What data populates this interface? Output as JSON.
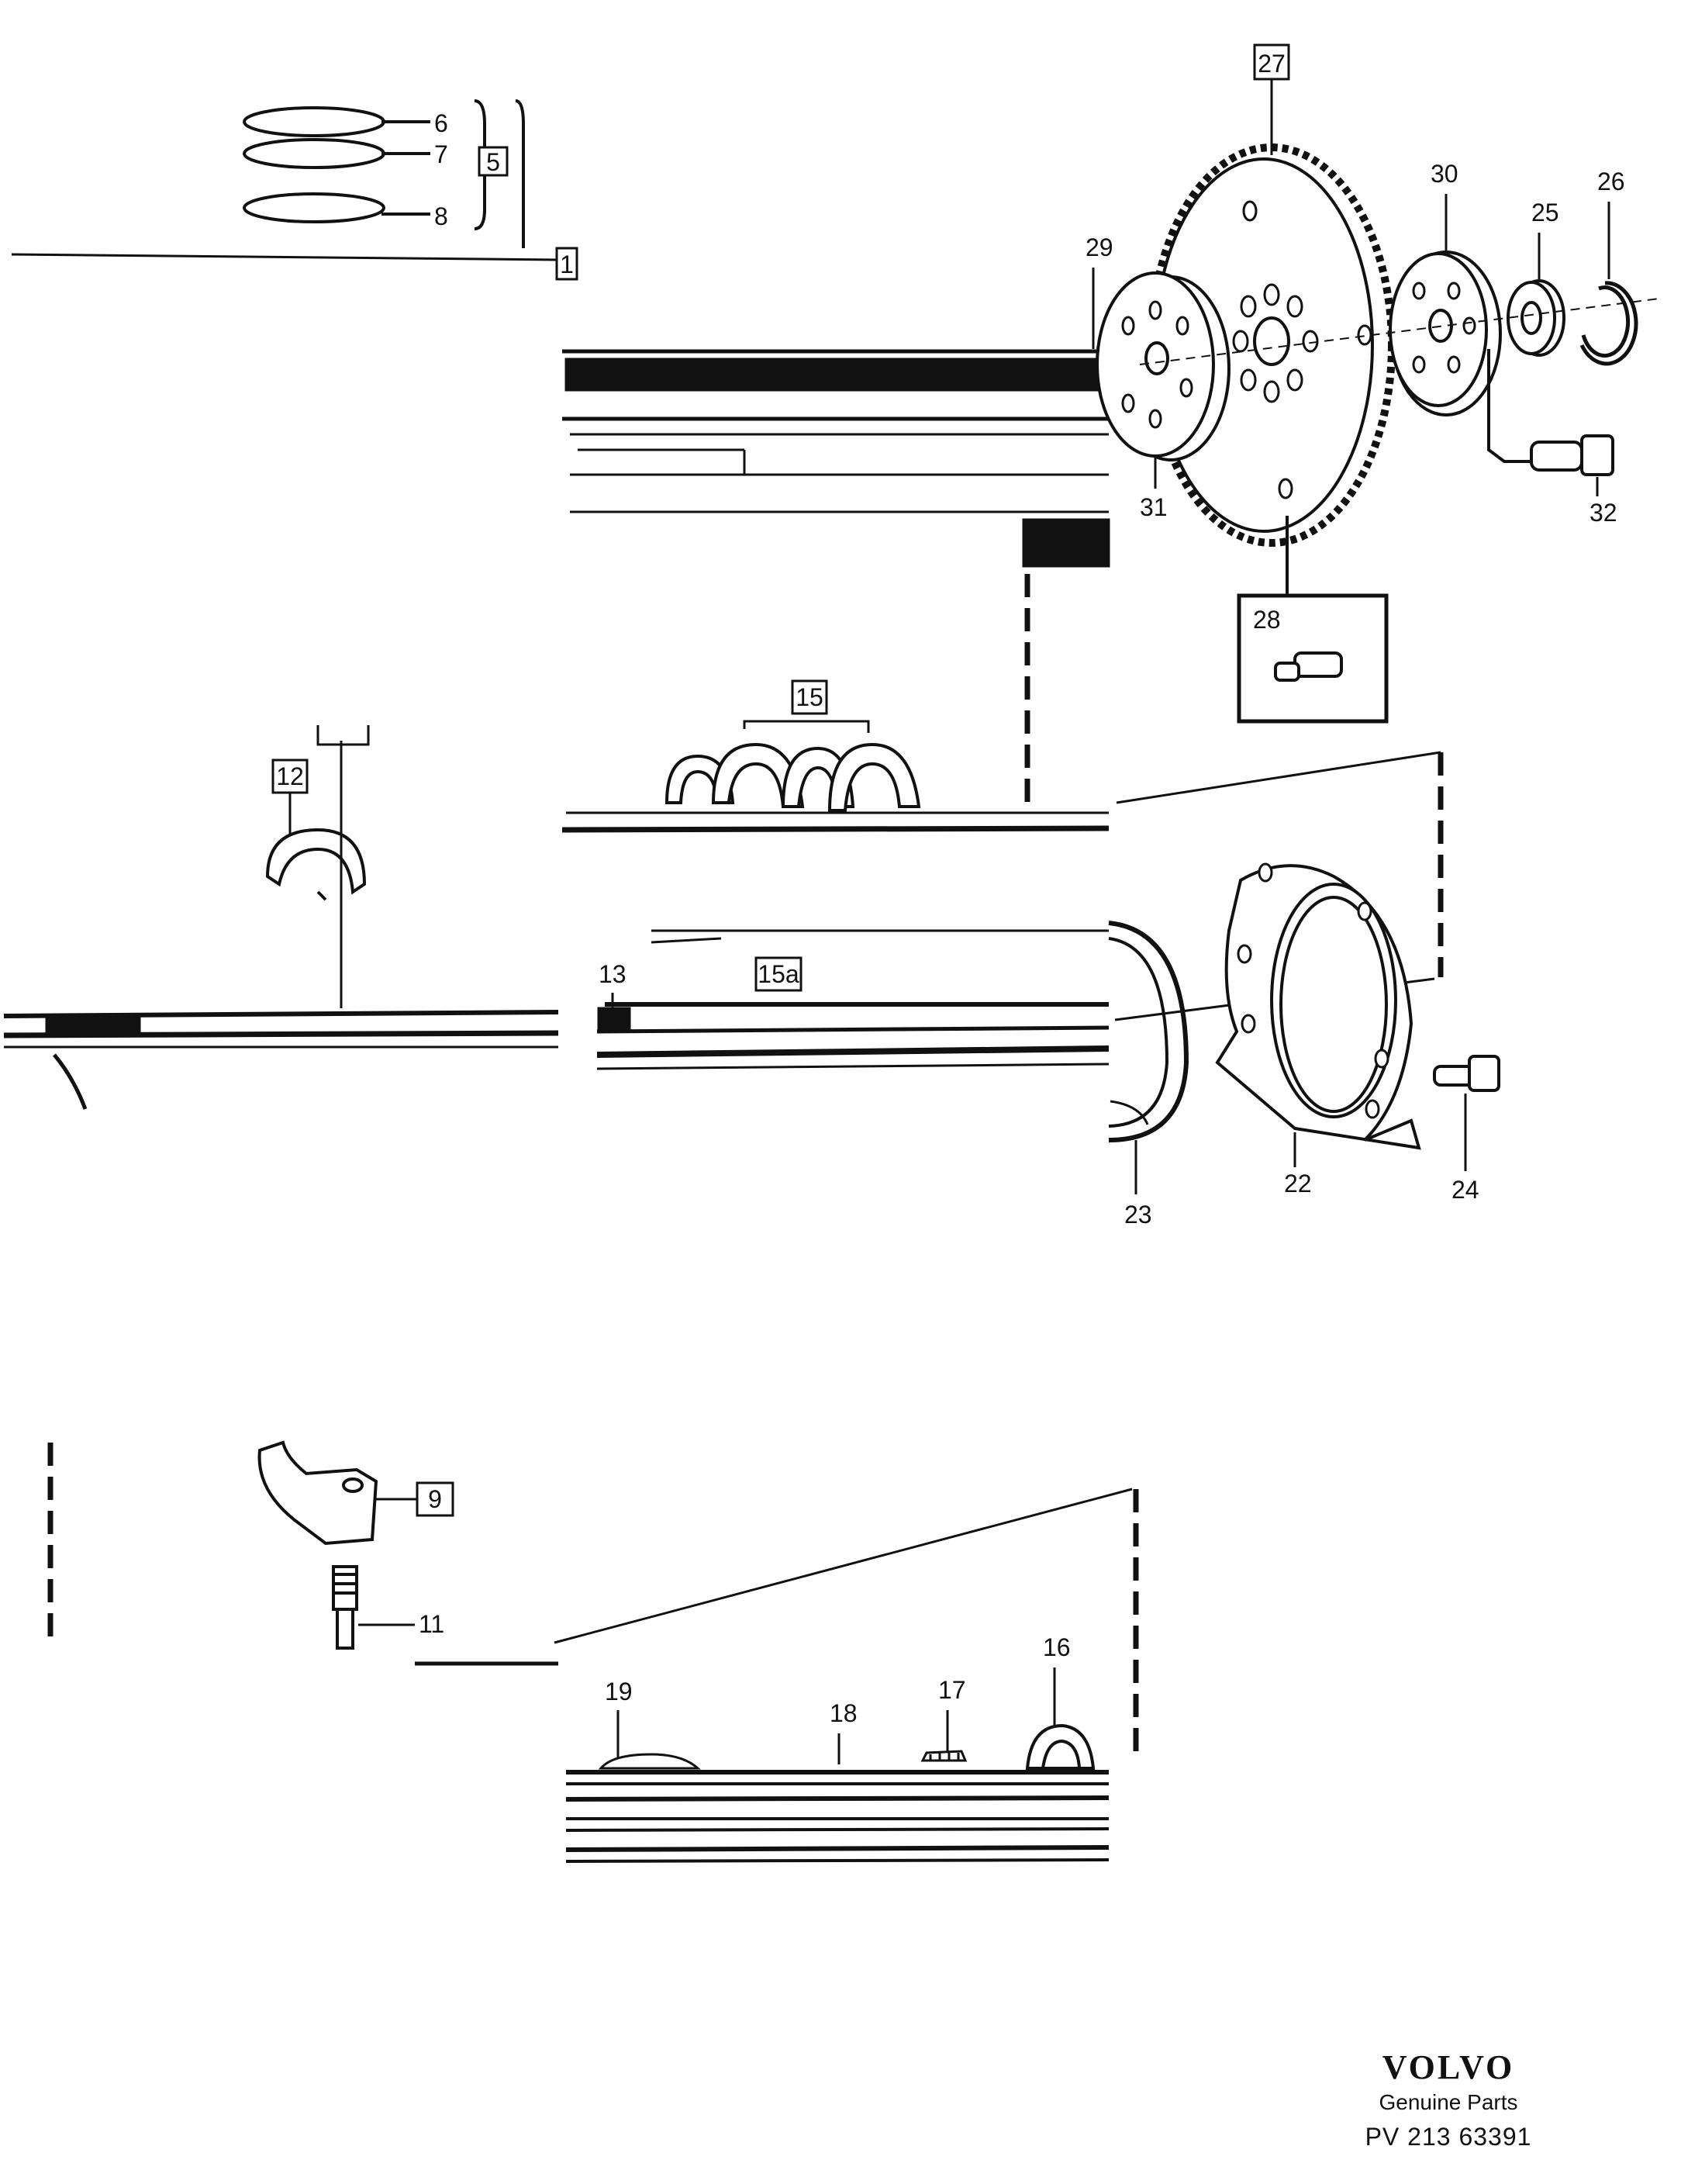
{
  "callouts": {
    "c1": "1",
    "c5": "5",
    "c6": "6",
    "c7": "7",
    "c8": "8",
    "c9": "9",
    "c11": "11",
    "c12": "12",
    "c13": "13",
    "c15": "15",
    "c15a": "15a",
    "c16": "16",
    "c17": "17",
    "c18": "18",
    "c19": "19",
    "c22": "22",
    "c23": "23",
    "c24": "24",
    "c25": "25",
    "c26": "26",
    "c27": "27",
    "c28": "28",
    "c29": "29",
    "c30": "30",
    "c31": "31",
    "c32": "32"
  },
  "brand": {
    "logo": "VOLVO",
    "subtitle": "Genuine Parts",
    "code": "PV  213 63391"
  }
}
